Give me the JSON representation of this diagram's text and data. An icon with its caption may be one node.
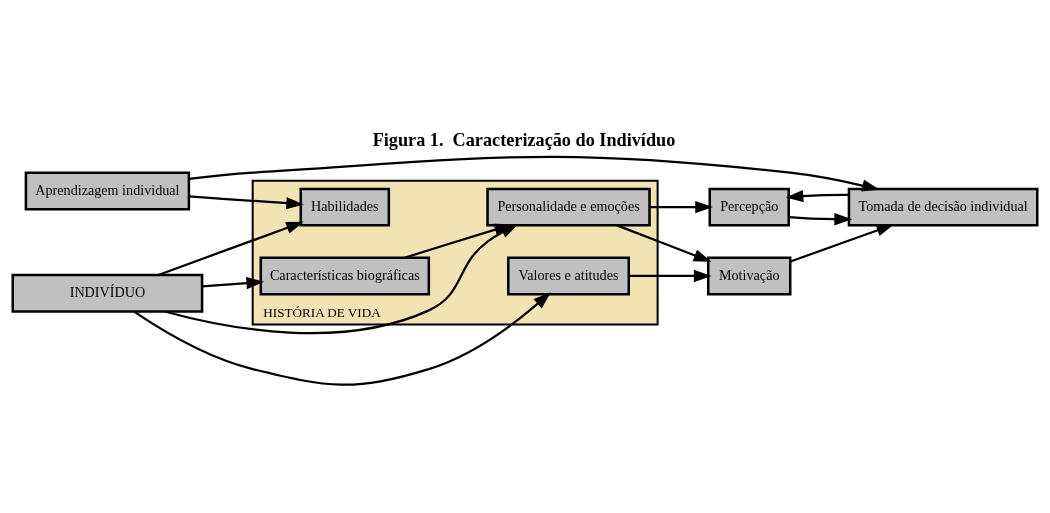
{
  "diagram": {
    "title": "Figura 1.  Caracterização do Indivíduo",
    "nodes": [
      {
        "text": [
          "HISTÓRIA DE VIDA"
        ]
      },
      {
        "text": [
          "Características biográficas"
        ],
        "in": 0
      },
      {
        "text": [
          "INDIVÍDUO"
        ]
      },
      {
        "text": [
          "Personalidade e emoções"
        ],
        "in": 0
      },
      {
        "text": [
          "Percepção"
        ]
      },
      {
        "text": [
          "Motivação"
        ]
      },
      {
        "text": [
          "Tomada de decisão individual"
        ]
      },
      {
        "text": [
          "Valores e atitudes"
        ],
        "in": 0
      },
      {
        "text": [
          "Aprendizagem individual"
        ]
      },
      {
        "text": [
          "Habilidades"
        ],
        "in": 0
      }
    ],
    "edges": [
      {
        "from": 2,
        "to": 1,
        "arrow": "to"
      },
      {
        "from": 2,
        "to": 3,
        "arrow": "to"
      },
      {
        "from": 2,
        "to": 7,
        "arrow": "to"
      },
      {
        "from": 2,
        "to": 9,
        "arrow": "to"
      },
      {
        "from": 1,
        "to": 3,
        "arrow": "to"
      },
      {
        "from": 3,
        "to": 4,
        "arrow": "to"
      },
      {
        "from": 3,
        "to": 5,
        "arrow": "to"
      },
      {
        "from": 7,
        "to": 5,
        "arrow": "to"
      },
      {
        "from": 4,
        "to": 6,
        "arrow": "to"
      },
      {
        "from": 5,
        "to": 6,
        "arrow": "to"
      },
      {
        "from": 8,
        "to": 6,
        "arrow": "to"
      },
      {
        "from": 8,
        "to": 9,
        "arrow": "to"
      },
      {
        "from": 6,
        "to": 4,
        "arrow": "to"
      }
    ]
  }
}
